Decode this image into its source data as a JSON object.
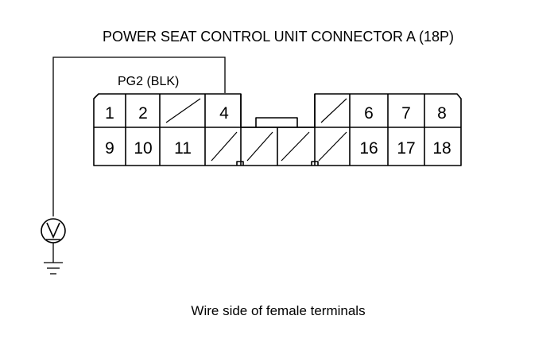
{
  "title": "POWER SEAT CONTROL UNIT CONNECTOR A (18P)",
  "wire_label": "PG2 (BLK)",
  "caption": "Wire side of female terminals",
  "meter_icon": "voltmeter-icon",
  "ground_icon": "ground-icon",
  "connector": {
    "top_row": [
      "1",
      "2",
      "",
      "4",
      "",
      "",
      "6",
      "7",
      "8"
    ],
    "bottom_row": [
      "9",
      "10",
      "11",
      "",
      "",
      "",
      "16",
      "17",
      "18"
    ]
  }
}
